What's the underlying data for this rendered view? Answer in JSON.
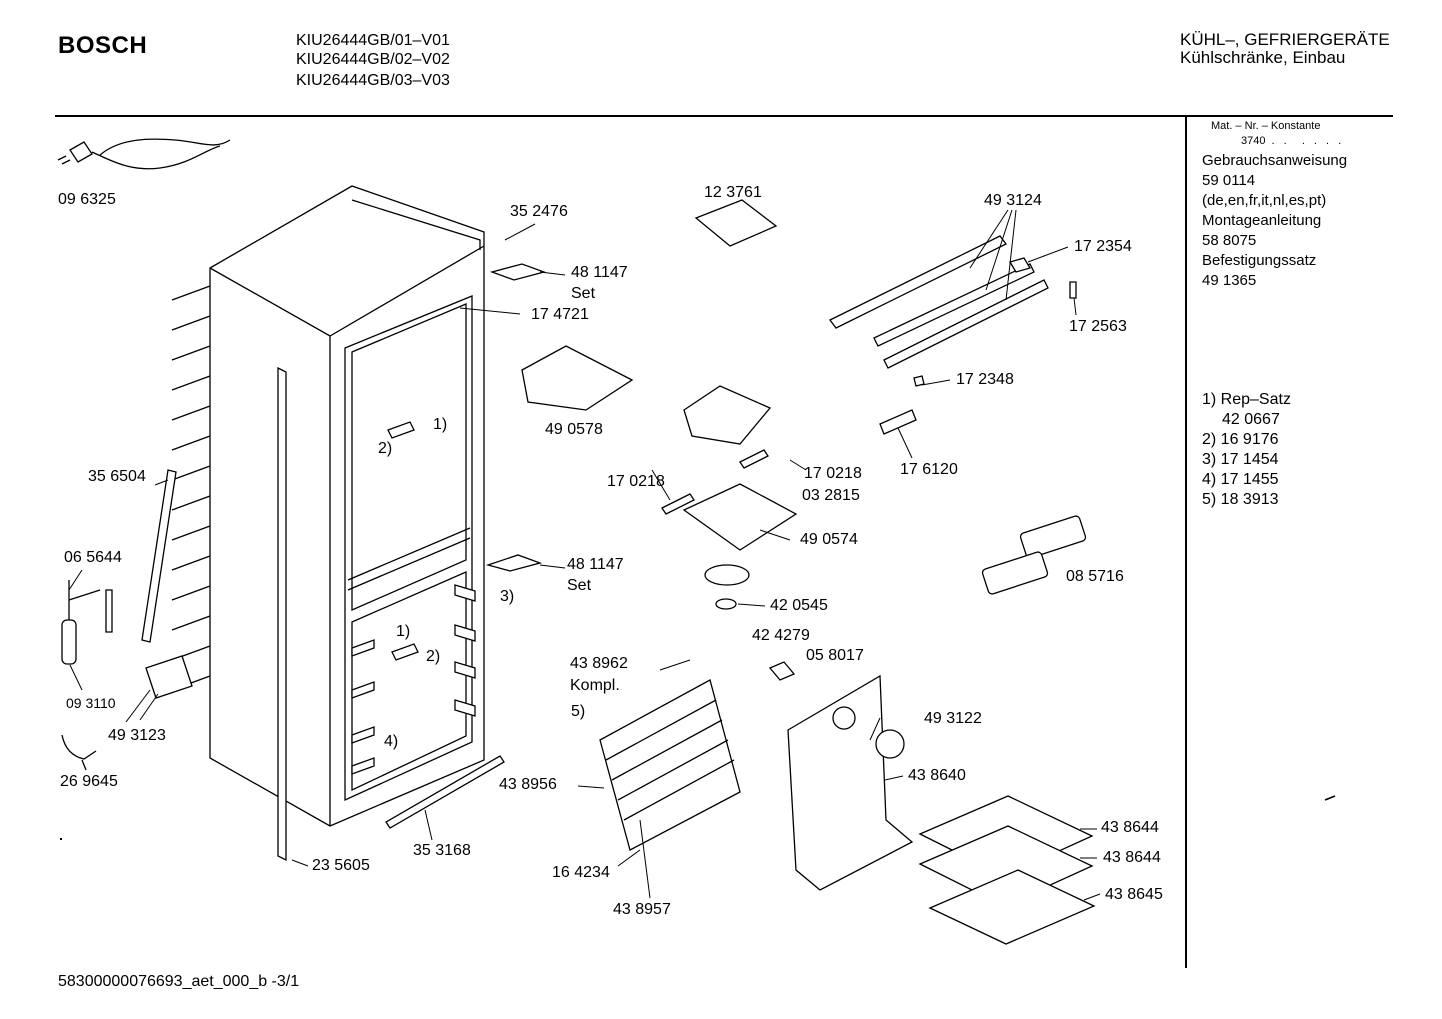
{
  "header": {
    "brand": "BOSCH",
    "models": [
      "KIU26444GB/01–V01",
      "KIU26444GB/02–V02",
      "KIU26444GB/03–V03"
    ],
    "category_line1": "KÜHL–, GEFRIERGERÄTE",
    "category_line2": "Kühlschränke, Einbau"
  },
  "sidebar": {
    "mat_nr_label": "Mat. – Nr. – Konstante",
    "mat_nr_value": "3740",
    "items": [
      "Gebrauchsanweisung",
      "59 0114",
      "(de,en,fr,it,nl,es,pt)",
      "Montageanleitung",
      "58 8075",
      "Befestigungssatz",
      "49 1365"
    ],
    "repair": [
      "1) Rep–Satz",
      "42 0667",
      "2) 16 9176",
      "3) 17 1454",
      "4) 17 1455",
      "5) 18 3913"
    ]
  },
  "parts": {
    "p096325": "09 6325",
    "p352476": "35 2476",
    "p481147a": "48 1147",
    "set_a": "Set",
    "p174721": "17 4721",
    "p123761": "12 3761",
    "p493124": "49 3124",
    "p172354": "17 2354",
    "p172563": "17 2563",
    "p172348": "17 2348",
    "p176120": "17 6120",
    "p490578": "49 0578",
    "p170218a": "17 0218",
    "p170218b": "17 0218",
    "p032815": "03 2815",
    "p490574": "49 0574",
    "p481147b": "48 1147",
    "set_b": "Set",
    "p356504": "35 6504",
    "p065644": "06 5644",
    "p093110": "09 3110",
    "p493123": "49 3123",
    "p269645": "26 9645",
    "p420545": "42 0545",
    "p085716": "08 5716",
    "p424279": "42 4279",
    "p058017": "05 8017",
    "p438962": "43 8962",
    "kompl": "Kompl.",
    "p493122": "49 3122",
    "p438640": "43 8640",
    "p438956": "43 8956",
    "p438644a": "43 8644",
    "p438644b": "43 8644",
    "p438645": "43 8645",
    "p164234": "16 4234",
    "p438957": "43 8957",
    "p353168": "35 3168",
    "p235605": "23 5605",
    "ref1a": "1)",
    "ref2a": "2)",
    "ref3": "3)",
    "ref1b": "1)",
    "ref2b": "2)",
    "ref4": "4)",
    "ref5": "5)"
  },
  "footer": {
    "doc_id": "58300000076693_aet_000_b  -3/1"
  }
}
